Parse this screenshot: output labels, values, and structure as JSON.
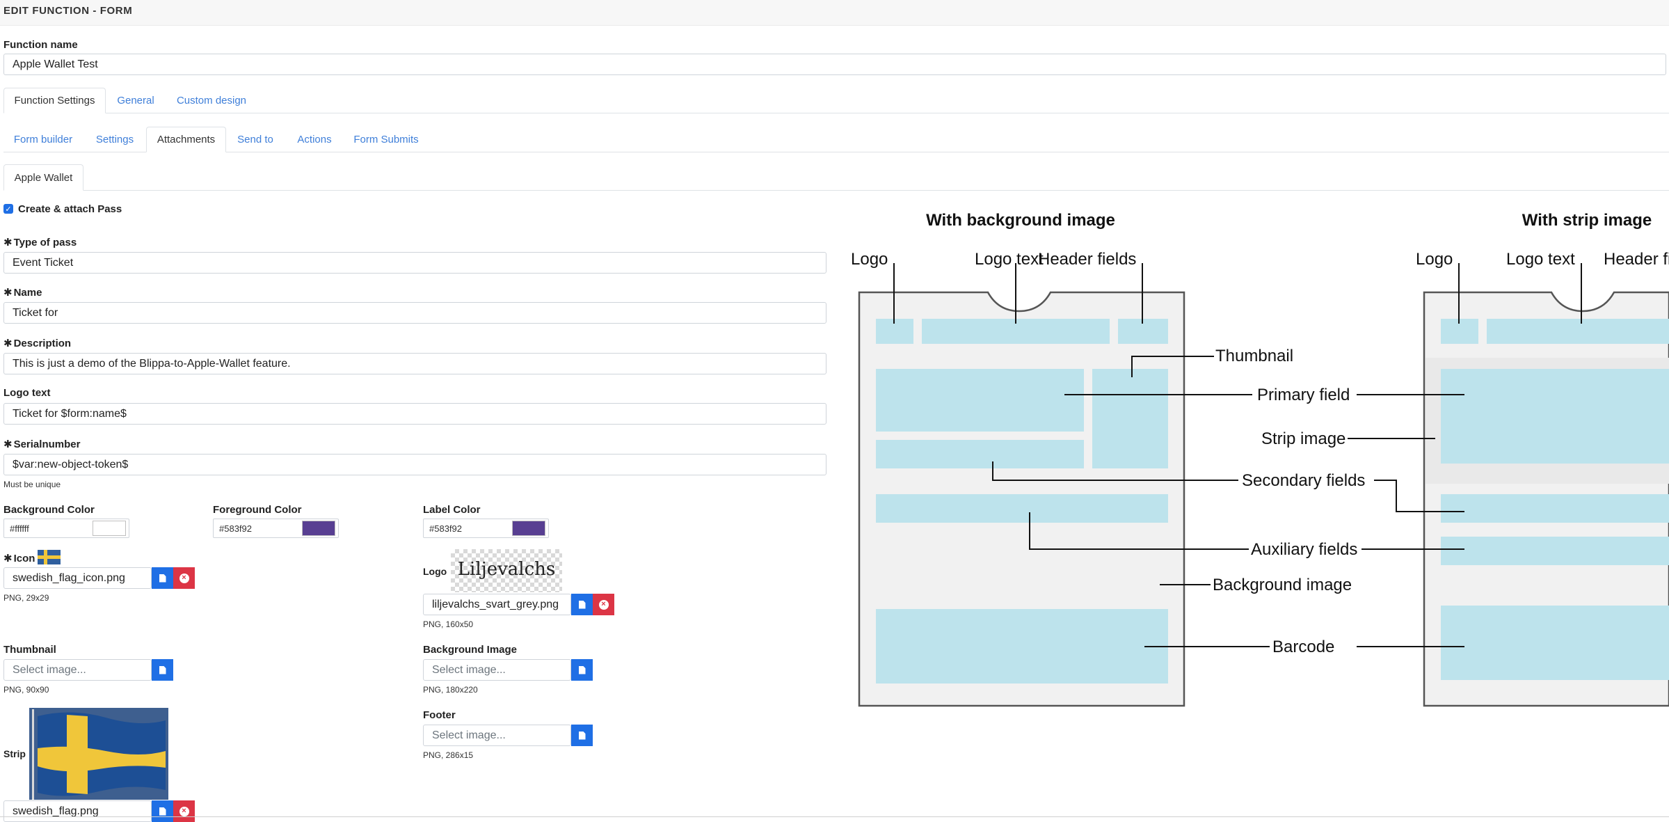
{
  "header": {
    "title": "EDIT FUNCTION - FORM"
  },
  "function_name": {
    "label": "Function name",
    "value": "Apple Wallet Test"
  },
  "main_tabs": [
    {
      "label": "Function Settings",
      "active": true
    },
    {
      "label": "General",
      "active": false
    },
    {
      "label": "Custom design",
      "active": false
    }
  ],
  "sub_tabs": [
    {
      "label": "Form builder",
      "active": false
    },
    {
      "label": "Settings",
      "active": false
    },
    {
      "label": "Attachments",
      "active": true
    },
    {
      "label": "Send to",
      "active": false
    },
    {
      "label": "Actions",
      "active": false
    },
    {
      "label": "Form Submits",
      "active": false
    }
  ],
  "attachment_tabs": [
    {
      "label": "Apple Wallet",
      "active": true
    }
  ],
  "create_pass": {
    "label": "Create & attach Pass",
    "checked": true
  },
  "required_mark": "✱",
  "fields": {
    "type_of_pass": {
      "label": "Type of pass",
      "value": "Event Ticket"
    },
    "name": {
      "label": "Name",
      "value": "Ticket for"
    },
    "description": {
      "label": "Description",
      "value": "This is just a demo of the Blippa-to-Apple-Wallet feature."
    },
    "logo_text": {
      "label": "Logo text",
      "value": "Ticket for $form:name$"
    },
    "serialnumber": {
      "label": "Serialnumber",
      "value": "$var:new-object-token$",
      "hint": "Must be unique"
    }
  },
  "colors": {
    "background": {
      "label": "Background Color",
      "value": "#ffffff"
    },
    "foreground": {
      "label": "Foreground Color",
      "value": "#583f92"
    },
    "label": {
      "label": "Label Color",
      "value": "#583f92"
    }
  },
  "images": {
    "icon": {
      "label": "Icon",
      "filename": "swedish_flag_icon.png",
      "hint": "PNG, 29x29"
    },
    "logo": {
      "label": "Logo",
      "filename": "liljevalchs_svart_grey.png",
      "hint": "PNG, 160x50",
      "preview_text": "Liljevalchs"
    },
    "thumbnail": {
      "label": "Thumbnail",
      "placeholder": "Select image...",
      "hint": "PNG, 90x90"
    },
    "background_image": {
      "label": "Background Image",
      "placeholder": "Select image...",
      "hint": "PNG, 180x220"
    },
    "footer": {
      "label": "Footer",
      "placeholder": "Select image...",
      "hint": "PNG, 286x15"
    },
    "strip": {
      "label": "Strip",
      "filename": "swedish_flag.png"
    }
  },
  "diagram": {
    "left_title": "With background image",
    "right_title": "With strip image",
    "labels": {
      "logo": "Logo",
      "logo_text": "Logo text",
      "header_fields": "Header fields",
      "thumbnail": "Thumbnail",
      "primary_field": "Primary field",
      "strip_image": "Strip image",
      "secondary_fields": "Secondary fields",
      "auxiliary_fields": "Auxiliary fields",
      "background_image": "Background image",
      "barcode": "Barcode"
    },
    "colors": {
      "field": "#bde3ec",
      "pass_bg": "#f1f1f1",
      "outline": "#555555"
    }
  },
  "colors_theme": {
    "link": "#3f7fd9",
    "primary": "#1f6fe5",
    "danger": "#dc3545"
  }
}
